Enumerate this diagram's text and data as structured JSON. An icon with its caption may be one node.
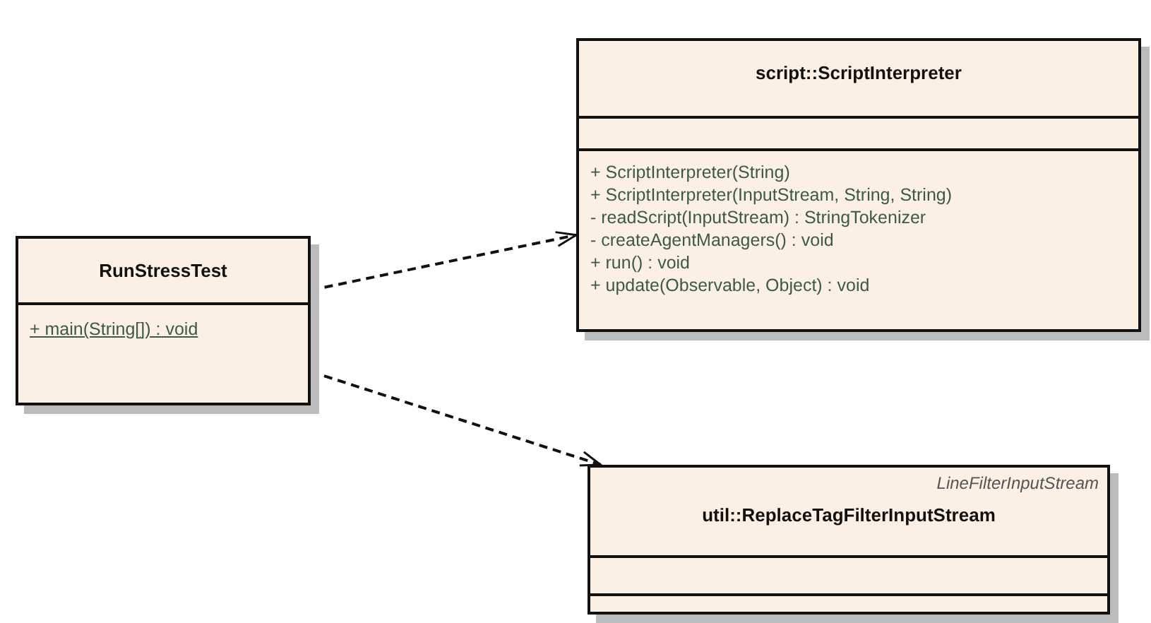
{
  "diagram": {
    "nodes": [
      {
        "text": [
          "RunStressTest",
          "+ main(String[]) : void"
        ]
      },
      {
        "text": [
          "script::ScriptInterpreter",
          "+ ScriptInterpreter(String)",
          "+ ScriptInterpreter(InputStream, String, String)",
          "- readScript(InputStream) : StringTokenizer",
          "- createAgentManagers() : void",
          "+ run() : void",
          "+ update(Observable, Object) : void"
        ]
      },
      {
        "text": [
          "LineFilterInputStream",
          "util::ReplaceTagFilterInputStream"
        ]
      }
    ],
    "edges": [
      {
        "from": 0,
        "to": 1,
        "arrow": "to",
        "style": "dashed"
      },
      {
        "from": 0,
        "to": 2,
        "arrow": "to",
        "style": "dashed"
      }
    ]
  }
}
